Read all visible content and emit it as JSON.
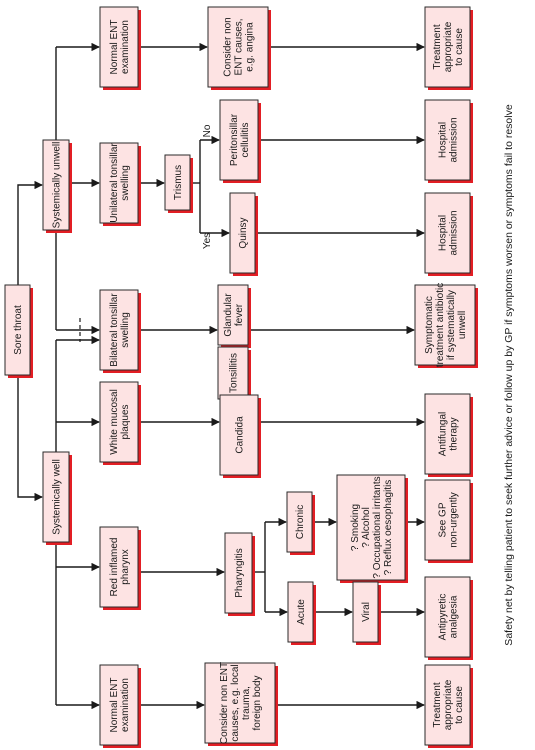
{
  "nodes": {
    "sore_throat": [
      "Sore throat"
    ],
    "sys_unwell": [
      "Systemically unwell"
    ],
    "sys_well": [
      "Systemically well"
    ],
    "normal_ent_top": [
      "Normal ENT",
      "examination"
    ],
    "unilateral": [
      "Unilateral tonsillar",
      "swelling"
    ],
    "bilateral": [
      "Bilateral tonsillar",
      "swelling"
    ],
    "white_plaques": [
      "White mucosal",
      "plaques"
    ],
    "red_pharynx": [
      "Red inflamed",
      "pharynx"
    ],
    "normal_ent_bottom": [
      "Normal ENT",
      "examination"
    ],
    "consider_top": [
      "Consider non",
      "ENT causes,",
      "e.g. angina"
    ],
    "trismus": [
      "Trismus"
    ],
    "peritonsillar": [
      "Peritonsillar",
      "cellulitis"
    ],
    "quinsy": [
      "Quinsy"
    ],
    "glandular": [
      "Glandular",
      "fever"
    ],
    "tonsillitis": [
      "Tonsillitis"
    ],
    "candida": [
      "Candida"
    ],
    "pharyngitis": [
      "Pharyngitis"
    ],
    "chronic": [
      "Chronic"
    ],
    "acute": [
      "Acute"
    ],
    "viral": [
      "Viral"
    ],
    "causes": [
      "? Smoking",
      "? Alcohol",
      "? Occupational irritants",
      "? Reflux oesophagitis"
    ],
    "consider_bottom": [
      "Consider non ENT",
      "causes, e.g. local",
      "trauma,",
      "foreign body"
    ],
    "treat_top": [
      "Treatment",
      "appropriate",
      "to cause"
    ],
    "hospital_1": [
      "Hospital",
      "admission"
    ],
    "hospital_2": [
      "Hospital",
      "admission"
    ],
    "symptomatic": [
      "Symptomatic",
      "treatment antibiotic",
      "if systematically",
      "unwell"
    ],
    "antifungal": [
      "Antifungal",
      "therapy"
    ],
    "see_gp": [
      "See GP",
      "non-urgently"
    ],
    "antipyretic": [
      "Antipyretic",
      "analgesia"
    ],
    "treat_bottom": [
      "Treatment",
      "appropriate",
      "to cause"
    ]
  },
  "edge_labels": {
    "no": "No",
    "yes": "Yes"
  },
  "safety_note": "Safety net by telling patient to seek further advice or follow up by GP if symptoms worsen or symptoms fail to resolve"
}
